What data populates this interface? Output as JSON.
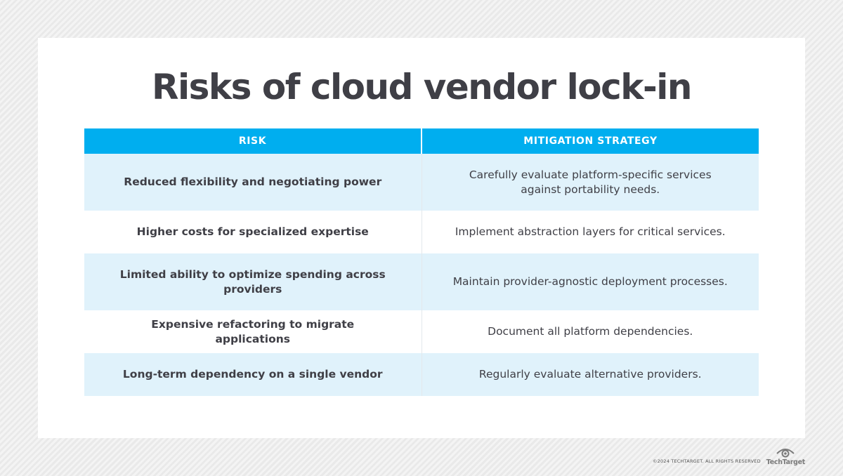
{
  "title": "Risks of cloud vendor lock-in",
  "table": {
    "headers": [
      "RISK",
      "MITIGATION STRATEGY"
    ],
    "rows": [
      {
        "risk": "Reduced flexibility and negotiating power",
        "mitigation": "Carefully evaluate platform-specific services against portability needs."
      },
      {
        "risk": "Higher costs for specialized expertise",
        "mitigation": "Implement abstraction layers for critical services."
      },
      {
        "risk": "Limited ability to optimize spending across providers",
        "mitigation": "Maintain provider-agnostic deployment processes."
      },
      {
        "risk": "Expensive refactoring to migrate applications",
        "mitigation": "Document all platform dependencies."
      },
      {
        "risk": "Long-term dependency on a single vendor",
        "mitigation": "Regularly evaluate alternative providers."
      }
    ]
  },
  "footer": {
    "copyright": "©2024 TECHTARGET. ALL RIGHTS RESERVED",
    "brand": "TechTarget",
    "logo_icon": "eye-logo-icon"
  },
  "colors": {
    "header_bg": "#00aeef",
    "shaded_row_bg": "#e0f2fb",
    "text": "#3f3f46"
  }
}
